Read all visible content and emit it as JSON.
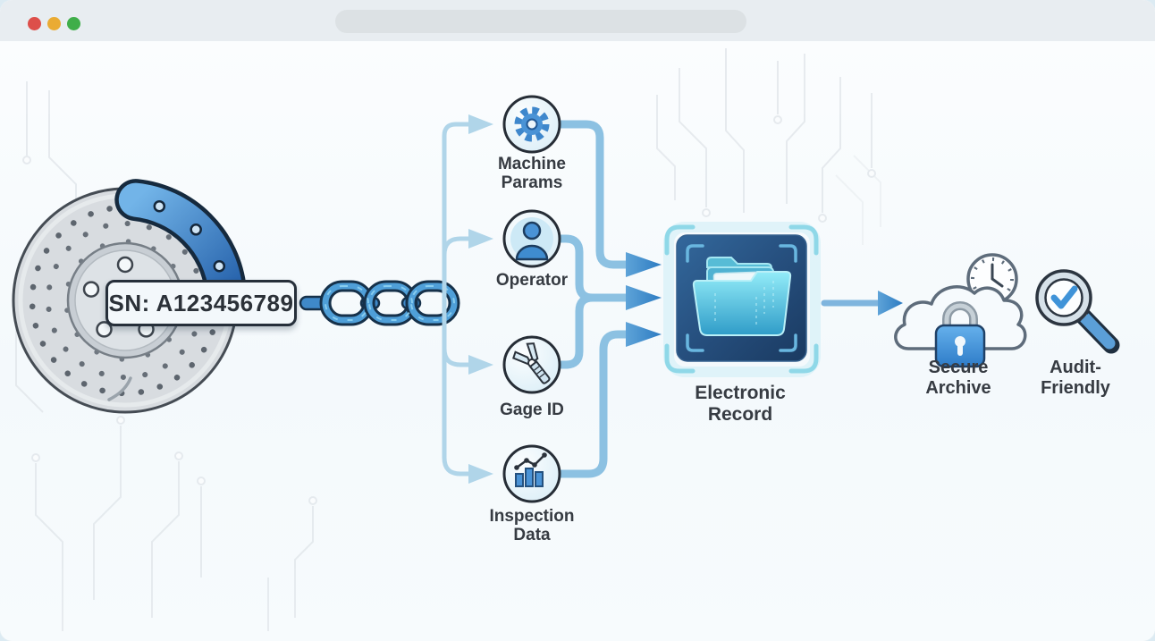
{
  "window": {
    "controls": [
      {
        "name": "close"
      },
      {
        "name": "minimize"
      },
      {
        "name": "maximize"
      }
    ],
    "address_bar": {
      "value": ""
    }
  },
  "diagram": {
    "serial_tag": {
      "text": "SN: A123456789"
    },
    "sources": [
      {
        "label": "Machine Params",
        "icon": "gear-icon"
      },
      {
        "label": "Operator",
        "icon": "user-icon"
      },
      {
        "label": "Gage ID",
        "icon": "caliper-icon"
      },
      {
        "label": "Inspection Data",
        "icon": "bar-chart-icon"
      }
    ],
    "record": {
      "label": "Electronic Record",
      "icon": "folder-icon"
    },
    "outputs": [
      {
        "label": "Secure Archive",
        "icon": "cloud-lock-clock-icon"
      },
      {
        "label": "Audit-Friendly",
        "icon": "magnifier-check-icon"
      }
    ],
    "colors": {
      "accent_blue": "#3181c4",
      "light_blue": "#aed4e9",
      "chain_blue": "#4f9fd8",
      "record_box": "#224a76",
      "folder_cyan": "#55c8e0"
    }
  }
}
